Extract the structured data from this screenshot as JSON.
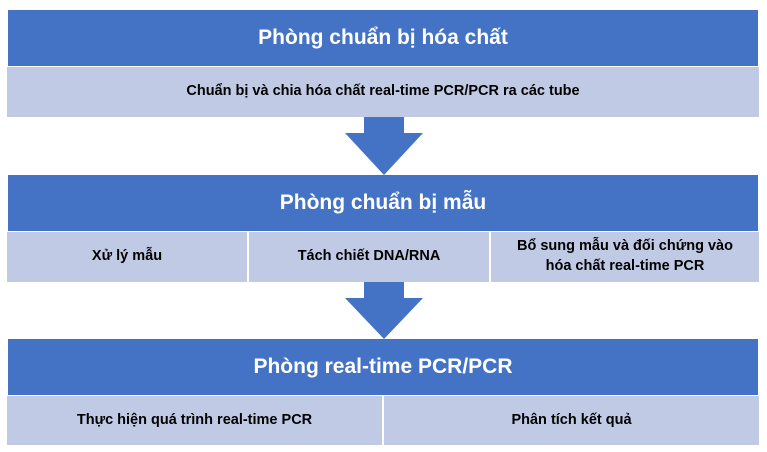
{
  "colors": {
    "header": "#4472C4",
    "cell": "#C0CAE5",
    "arrow": "#4472C4"
  },
  "stages": [
    {
      "title": "Phòng chuẩn bị hóa chất",
      "steps": [
        "Chuẩn bị và chia hóa chất real-time PCR/PCR ra các tube"
      ]
    },
    {
      "title": "Phòng chuẩn bị mẫu",
      "steps": [
        "Xử lý mẫu",
        "Tách chiết DNA/RNA",
        "Bổ sung mẫu và đối chứng vào hóa chất real-time PCR"
      ]
    },
    {
      "title": "Phòng real-time PCR/PCR",
      "steps": [
        "Thực hiện quá trình real-time PCR",
        "Phân tích kết quả"
      ]
    }
  ]
}
